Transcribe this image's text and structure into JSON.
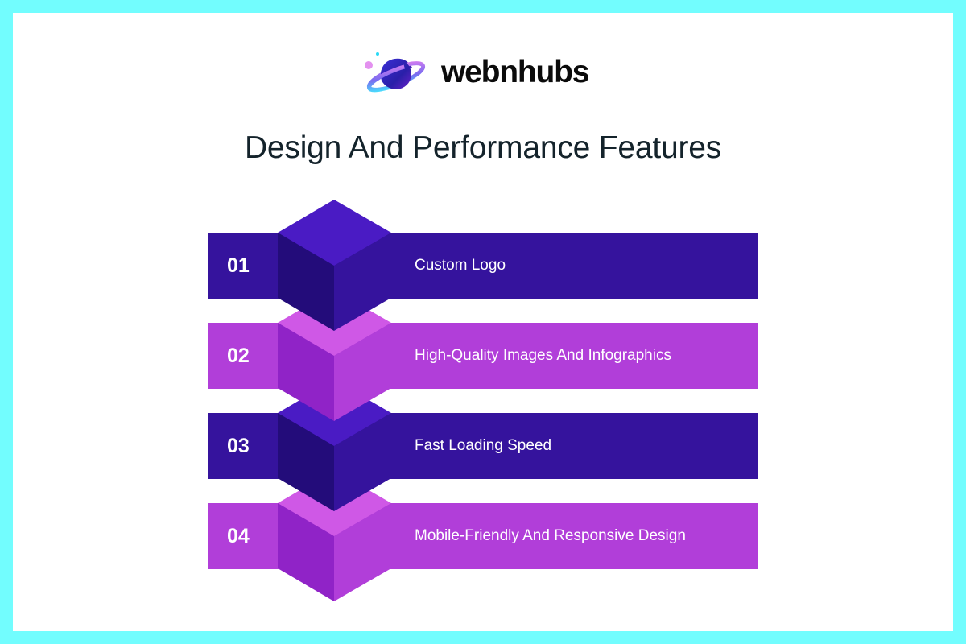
{
  "brand": {
    "name": "webnhubs",
    "icon": "planet-icon"
  },
  "title": "Design And Performance Features",
  "colors": {
    "frame": "#72FDFE",
    "dark_band": "#35139D",
    "dark_top": "#4A1BC4",
    "dark_left": "#230C7A",
    "purple_band": "#B13ED9",
    "purple_top": "#CF58E6",
    "purple_left": "#9023C7"
  },
  "features": [
    {
      "number": "01",
      "label": "Custom Logo",
      "theme": "dark"
    },
    {
      "number": "02",
      "label": "High-Quality Images And Infographics",
      "theme": "purple"
    },
    {
      "number": "03",
      "label": "Fast Loading Speed",
      "theme": "dark"
    },
    {
      "number": "04",
      "label": "Mobile-Friendly And Responsive Design",
      "theme": "purple"
    }
  ]
}
